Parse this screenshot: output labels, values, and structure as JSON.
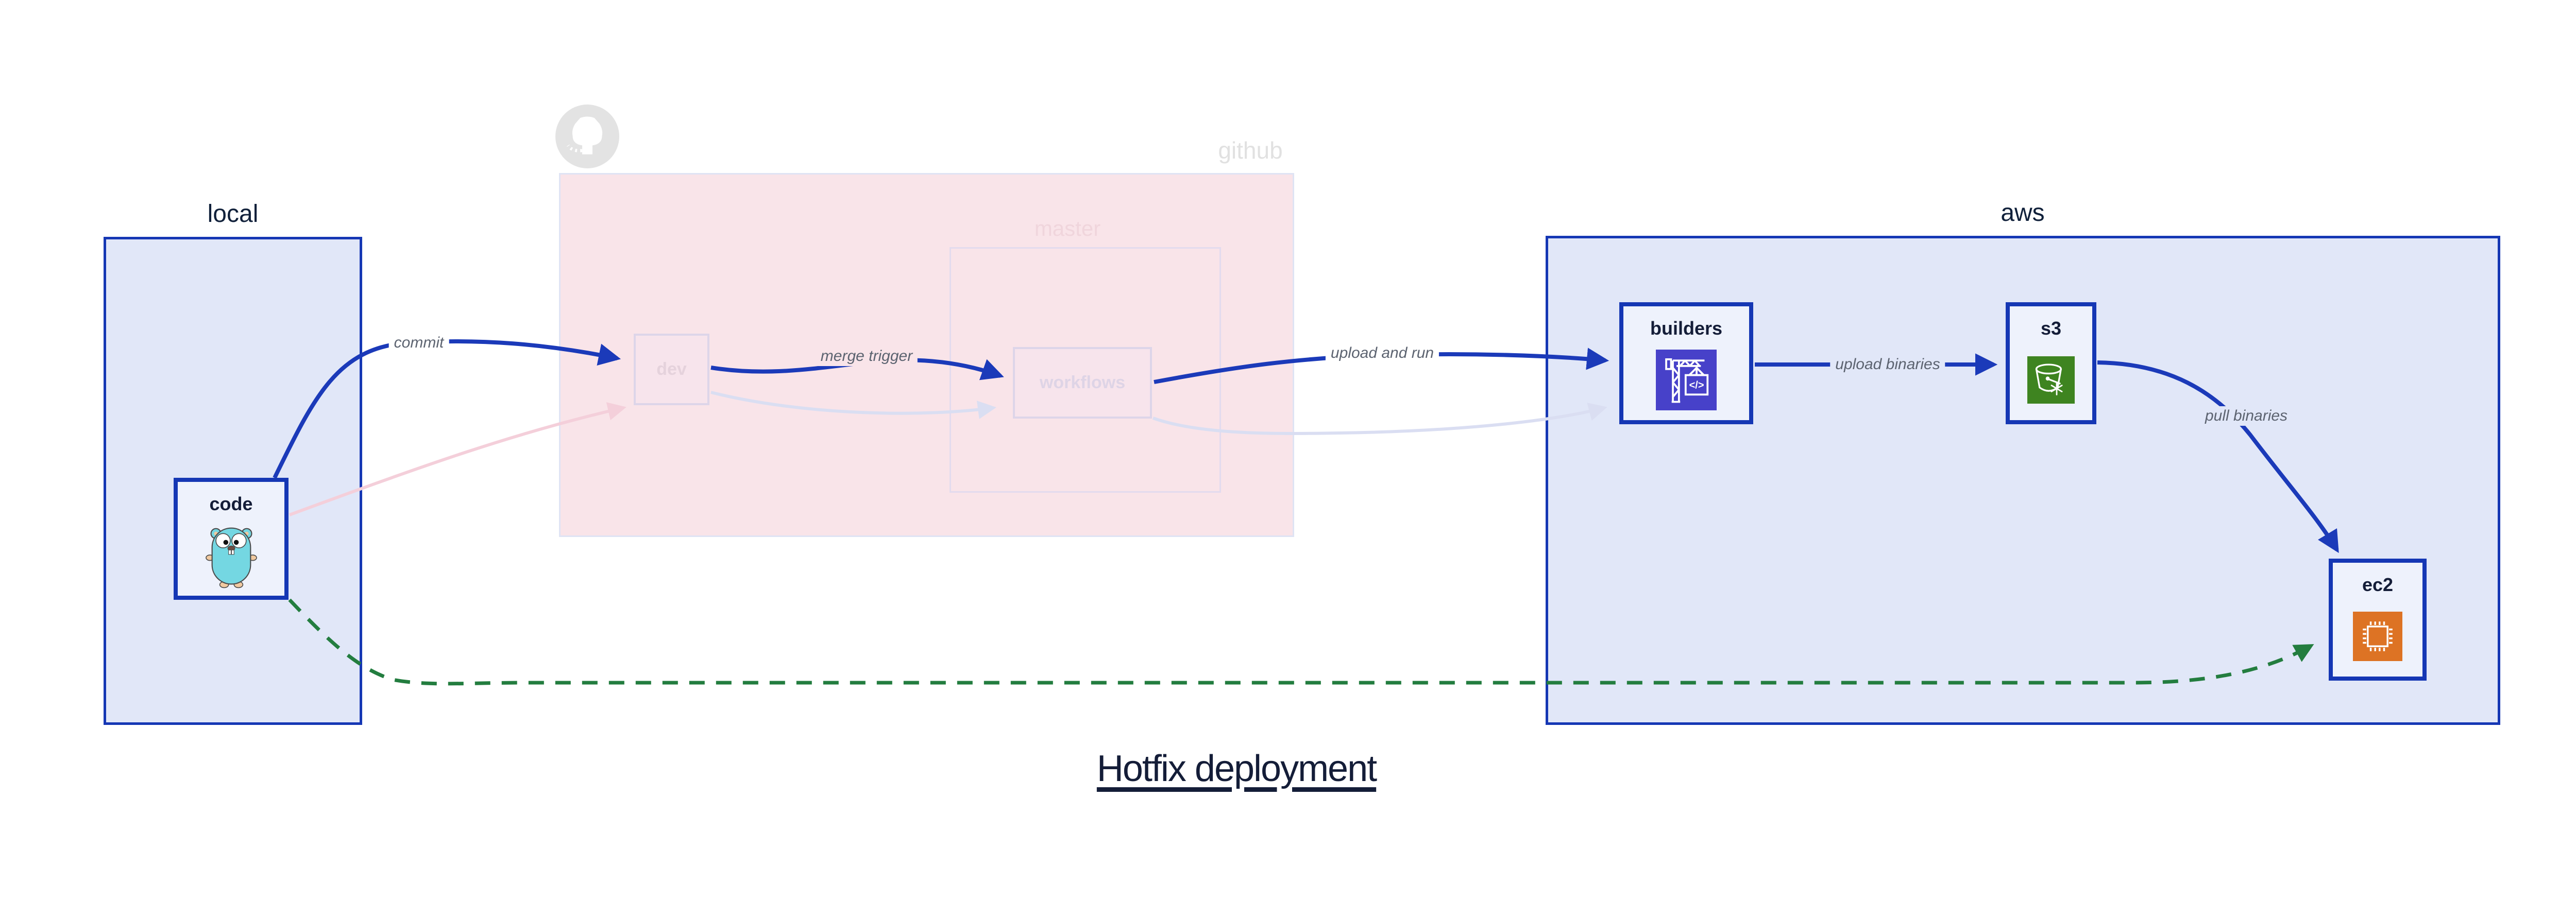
{
  "diagram_title": "Hotfix deployment",
  "groups": {
    "local": {
      "label": "local"
    },
    "github": {
      "label": "github"
    },
    "master": {
      "label": "master"
    },
    "aws": {
      "label": "aws"
    }
  },
  "nodes": {
    "code": {
      "label": "code",
      "icon": "go-gopher-icon"
    },
    "dev": {
      "label": "dev"
    },
    "workflows": {
      "label": "workflows"
    },
    "builders": {
      "label": "builders",
      "icon": "codebuild-crane-icon",
      "glyph": "</>"
    },
    "s3": {
      "label": "s3",
      "icon": "s3-bucket-icon"
    },
    "ec2": {
      "label": "ec2",
      "icon": "ec2-chip-icon"
    }
  },
  "edges": [
    {
      "from": "code",
      "to": "dev",
      "label": "commit",
      "style": "active-blue"
    },
    {
      "from": "dev",
      "to": "workflows",
      "label": "merge trigger",
      "style": "active-blue"
    },
    {
      "from": "workflows",
      "to": "builders",
      "label": "upload and run",
      "style": "active-blue"
    },
    {
      "from": "builders",
      "to": "s3",
      "label": "upload binaries",
      "style": "active-blue"
    },
    {
      "from": "s3",
      "to": "ec2",
      "label": "pull binaries",
      "style": "active-blue"
    },
    {
      "from": "code",
      "to": "ec2",
      "label": "",
      "style": "hotfix-green-dashed"
    },
    {
      "from": "code",
      "to": "dev",
      "label": "",
      "style": "faded-pink"
    },
    {
      "from": "dev",
      "to": "workflows",
      "label": "",
      "style": "faded-lavender"
    },
    {
      "from": "workflows",
      "to": "builders",
      "label": "",
      "style": "faded-lavender"
    }
  ],
  "colors": {
    "active_edge": "#1b3ab9",
    "node_border": "#1537b4",
    "group_fill": "#e1e7f8",
    "node_fill": "#eef2fc",
    "github_fill": "#f9e4e9",
    "faded_border": "#ddd5e9",
    "faded_pink_edge": "#f4cfda",
    "faded_lavender_edge": "#dadef2",
    "hotfix_green": "#237d3f",
    "edge_label_text": "#5c6370",
    "dark_text": "#141d38",
    "codebuild_icon_bg": "#4741c9",
    "s3_icon_bg": "#3e8420",
    "ec2_icon_bg": "#dd7324",
    "octocat_gray": "#e3e3e3",
    "gopher_teal": "#74d7e2"
  }
}
